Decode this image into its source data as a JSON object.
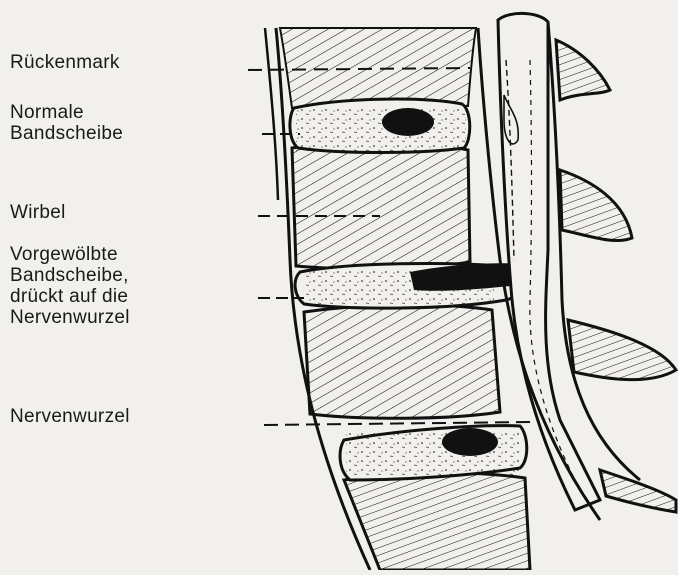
{
  "diagram": {
    "labels": [
      "Rückenmark",
      "Normale\nBandscheibe",
      "Wirbel",
      "Vorgewölbte\nBandscheibe,\ndrückt auf die\nNervenwurzel",
      "Nervenwurzel"
    ]
  }
}
